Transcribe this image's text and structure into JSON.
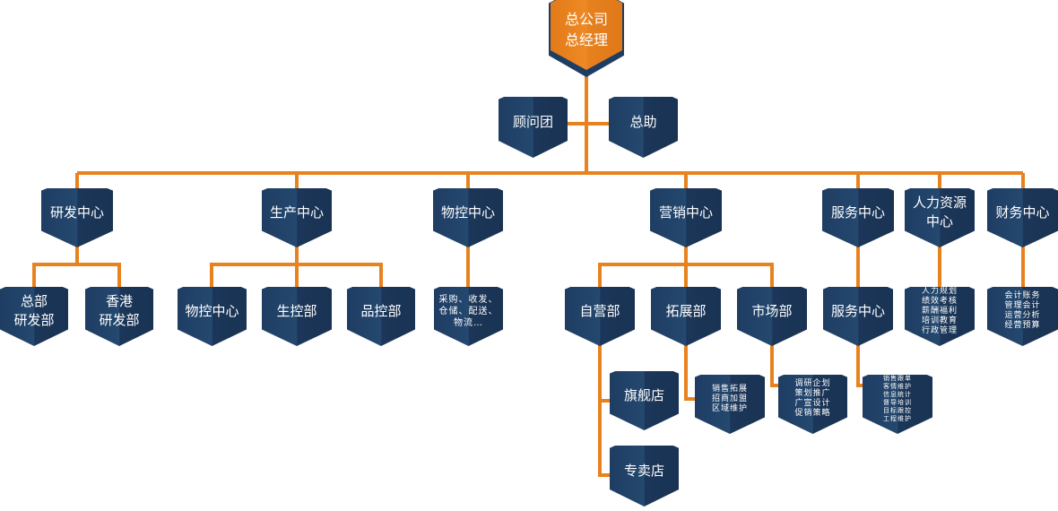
{
  "colors": {
    "line": "#e8821e",
    "box": "#1f3d63",
    "top": "#ec8420"
  },
  "root": "总公司\n总经理",
  "advisors": [
    "顾问团",
    "总助"
  ],
  "centers": [
    "研发中心",
    "生产中心",
    "物控中心",
    "营销中心",
    "服务中心",
    "人力资源\n中心",
    "财务中心"
  ],
  "rd": [
    "总部\n研发部",
    "香港\n研发部"
  ],
  "production": [
    "物控中心",
    "生控部",
    "品控部"
  ],
  "material": "采购、收发、\n仓储、配送、\n物流…",
  "marketing": [
    "自营部",
    "拓展部",
    "市场部"
  ],
  "stores": [
    "旗舰店",
    "专卖店"
  ],
  "expansion_duties": "销售拓展\n招商加盟\n区域维护",
  "market_duties": "调研企划\n策划推广\n广宣设计\n促销策略",
  "service_sub": "服务中心",
  "service_duties": "销售跟单\n客情维护\n信息统计\n督导培训\n目标跟控\n工程维护",
  "hr_duties": "人力规划\n绩效考核\n薪酬福利\n培训教育\n行政管理",
  "finance_duties": "会计账务\n管理会计\n运营分析\n经营预算"
}
